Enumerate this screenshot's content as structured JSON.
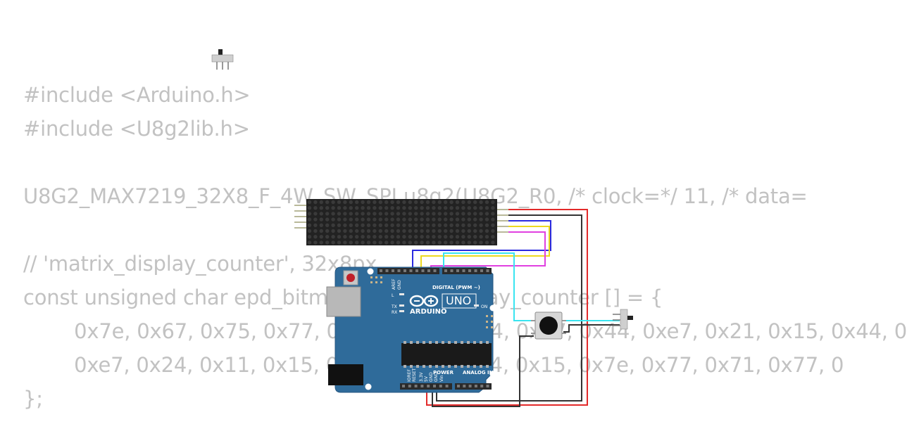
{
  "code_lines": [
    "#include <Arduino.h>",
    "#include <U8g2lib.h>",
    "",
    "U8G2_MAX7219_32X8_F_4W_SW_SPI u8g2(U8G2_R0, /* clock=*/ 11, /* data=",
    "",
    "// 'matrix_display_counter', 32x8px",
    "const unsigned char epd_bitmap_matrix_display_counter [] = {",
    "        0x7e, 0x67, 0x75, 0x77, 0x71, 0x15, 0x44, 0x77, 0x44, 0xe7, 0x21, 0x15, 0x44, 0",
    "        0xe7, 0x24, 0x11, 0x15, 0x77, 0x77, 0x24, 0x15, 0x7e, 0x77, 0x71, 0x77, 0",
    "};"
  ],
  "board": {
    "logo": "ARDUINO",
    "model": "UNO",
    "digital_header": "DIGITAL (PWM ~)",
    "power_header": "POWER",
    "analog_header": "ANALOG IN",
    "on_label": "ON",
    "tx_label": "TX",
    "rx_label": "RX",
    "l_label": "L",
    "aref_label": "AREF",
    "gnd_label": "GND",
    "ioref_label": "IOREF",
    "reset_label": "RESET",
    "v33_label": "3.3V",
    "v5_label": "5V",
    "vin_label": "Vin"
  },
  "colors": {
    "board": "#2f6b9a",
    "matrix_bg": "#222222",
    "matrix_led": "#3a3a3a",
    "wire_red": "#e32a2a",
    "wire_black": "#333333",
    "wire_blue": "#2a2ae0",
    "wire_yellow": "#ecd91f",
    "wire_magenta": "#e040e0",
    "wire_cyan": "#39e4f0",
    "code_text": "#c2c2c2"
  }
}
